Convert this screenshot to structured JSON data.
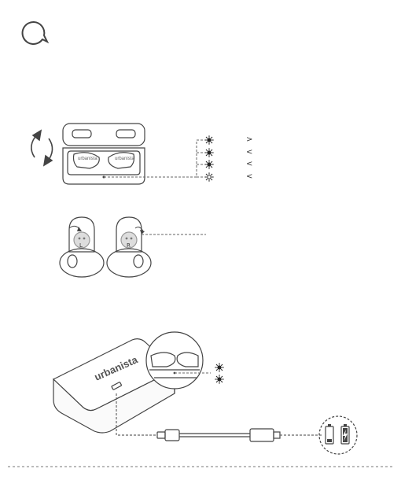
{
  "page": {
    "background": "#ffffff",
    "line_color": "#444444",
    "dash_color": "#666666"
  },
  "icons": {
    "chat": "chat-bubble-icon",
    "rotate": "rotate-arrows-icon",
    "led": "led-sun-icon",
    "battery": "battery-charging-icon"
  },
  "diagram": {
    "brand_on_buds": "urbanista",
    "brand_on_case": "urbanista",
    "indicator_rows": [
      {
        "symbol": ">"
      },
      {
        "symbol": "<"
      },
      {
        "symbol": "<"
      },
      {
        "symbol": "<"
      }
    ],
    "earbud_marks": {
      "left": "L",
      "right": "R"
    }
  }
}
